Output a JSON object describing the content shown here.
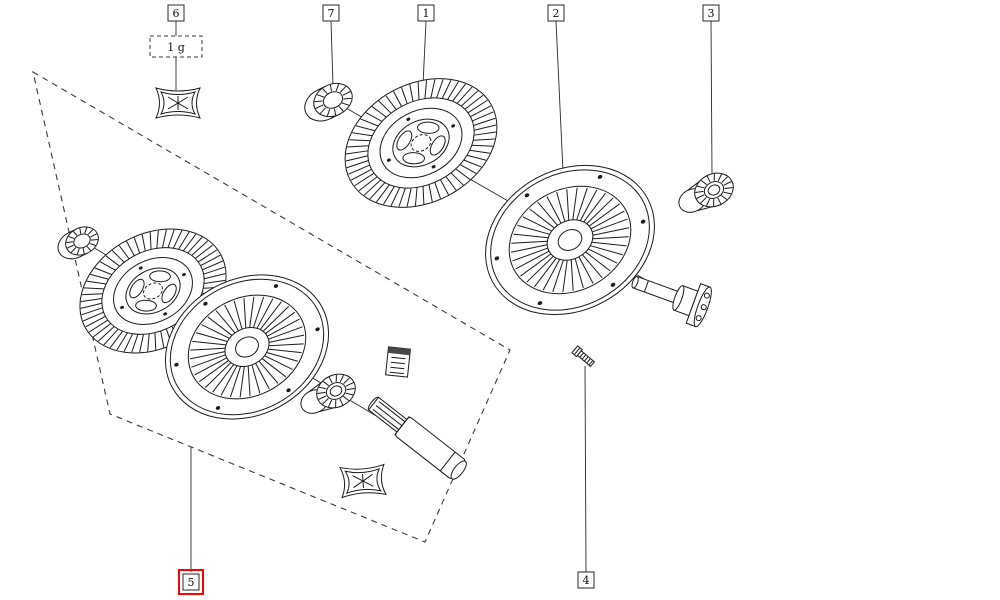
{
  "labels": {
    "part1": "1",
    "part2": "2",
    "part3": "3",
    "part4": "4",
    "part5": "5",
    "part6": "6",
    "part7": "7",
    "grease_qty": "1 g"
  },
  "colors": {
    "highlight": "#ff0000",
    "line": "#1c1c1c",
    "background": "#ffffff"
  }
}
